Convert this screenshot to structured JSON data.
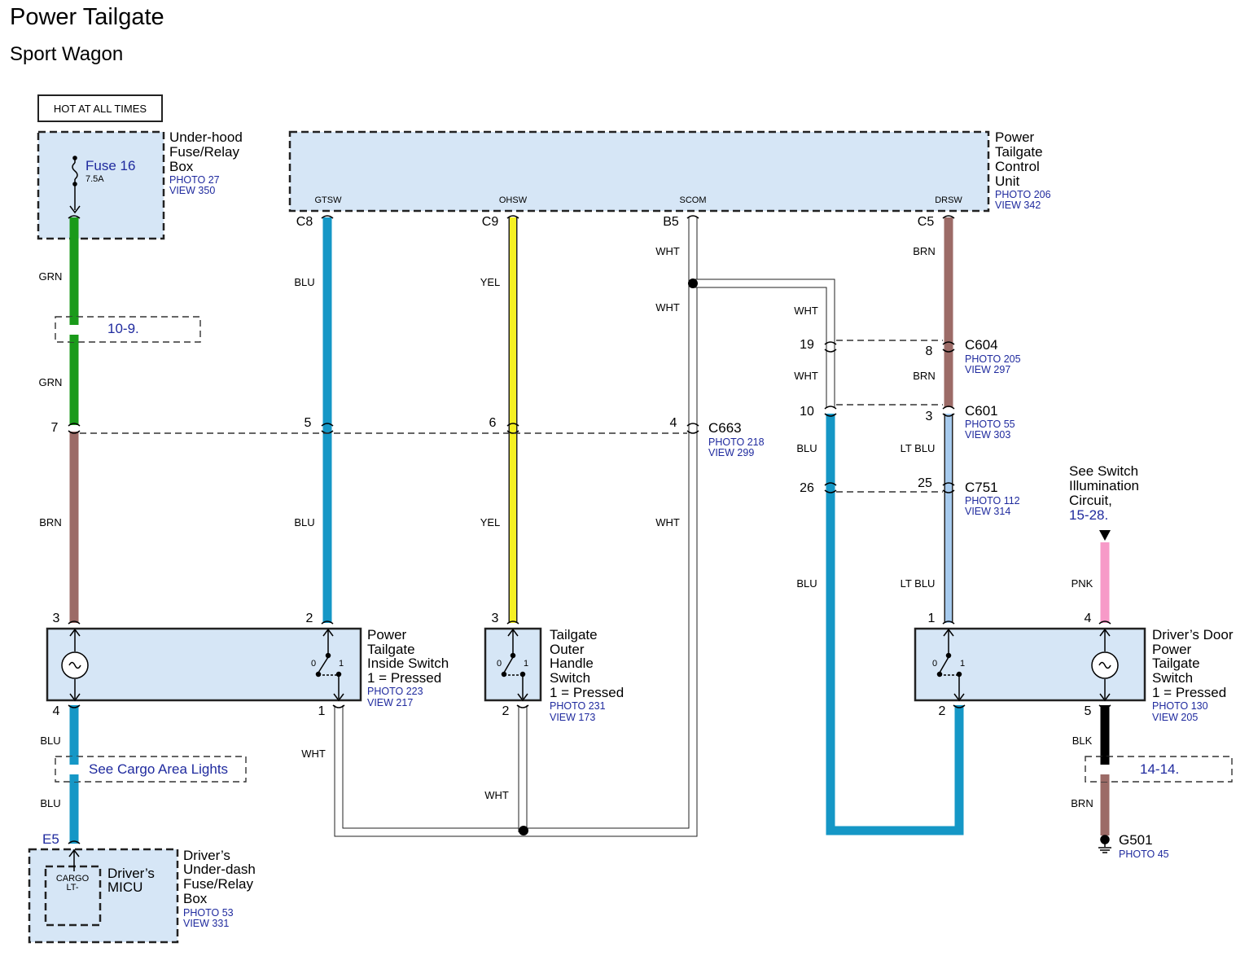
{
  "header": {
    "title": "Power Tailgate",
    "subtitle": "Sport Wagon"
  },
  "colors": {
    "GRN": "#1a9a1a",
    "BRN": "#9c6b67",
    "BLU": "#1597c6",
    "YEL": "#f5f022",
    "WHT": "#ffffff",
    "LTBLU": "#a7cbee",
    "PNK": "#f79ac8",
    "BLK": "#000000",
    "box_fill": "#d6e6f6",
    "ref_blue": "#1f2a9e"
  },
  "hot_label": "HOT AT ALL TIMES",
  "underhood": {
    "l1": "Under-hood",
    "l2": "Fuse/Relay",
    "l3": "Box",
    "photo": "PHOTO 27",
    "view": "VIEW 350",
    "fuse": "Fuse 16",
    "rating": "7.5A"
  },
  "ptcu": {
    "l1": "Power",
    "l2": "Tailgate",
    "l3": "Control",
    "l4": "Unit",
    "photo": "PHOTO 206",
    "view": "VIEW 342",
    "gtsw": "GTSW",
    "ohsw": "OHSW",
    "scom": "SCOM",
    "drsw": "DRSW",
    "c8": "C8",
    "c9": "C9",
    "b5": "B5",
    "c5": "C5"
  },
  "wires": {
    "grn": "GRN",
    "brn": "BRN",
    "blu": "BLU",
    "yel": "YEL",
    "wht": "WHT",
    "ltblu": "LT BLU",
    "pnk": "PNK",
    "blk": "BLK"
  },
  "refs": {
    "r109": "10-9.",
    "cargo": "See Cargo Area Lights",
    "r1414": "14-14.",
    "see_switch_1": "See Switch",
    "see_switch_2": "Illumination",
    "see_switch_3": "Circuit,",
    "r1528": "15-28."
  },
  "c663": {
    "name": "C663",
    "photo": "PHOTO 218",
    "view": "VIEW 299",
    "p7": "7",
    "p5": "5",
    "p6": "6",
    "p4": "4"
  },
  "c604": {
    "name": "C604",
    "photo": "PHOTO 205",
    "view": "VIEW 297",
    "p19": "19",
    "p8": "8"
  },
  "c601": {
    "name": "C601",
    "photo": "PHOTO 55",
    "view": "VIEW 303",
    "p10": "10",
    "p3": "3"
  },
  "c751": {
    "name": "C751",
    "photo": "PHOTO 112",
    "view": "VIEW 314",
    "p26": "26",
    "p25": "25"
  },
  "inside_switch": {
    "l1": "Power",
    "l2": "Tailgate",
    "l3": "Inside Switch",
    "l4": "1 = Pressed",
    "photo": "PHOTO 223",
    "view": "VIEW 217",
    "p3": "3",
    "p2": "2",
    "p4": "4",
    "p1": "1",
    "s0": "0",
    "s1": "1"
  },
  "outer_switch": {
    "l1": "Tailgate",
    "l2": "Outer",
    "l3": "Handle",
    "l4": "Switch",
    "l5": "1 = Pressed",
    "photo": "PHOTO 231",
    "view": "VIEW 173",
    "p3": "3",
    "p2": "2",
    "s0": "0",
    "s1": "1"
  },
  "door_switch": {
    "l1": "Driver’s Door",
    "l2": "Power",
    "l3": "Tailgate",
    "l4": "Switch",
    "l5": "1 = Pressed",
    "photo": "PHOTO 130",
    "view": "VIEW 205",
    "p1": "1",
    "p4": "4",
    "p2": "2",
    "p5": "5",
    "s0": "0",
    "s1": "1"
  },
  "micu": {
    "l1": "Driver’s",
    "l2": "Under-dash",
    "l3": "Fuse/Relay",
    "l4": "Box",
    "photo": "PHOTO 53",
    "view": "VIEW 331",
    "e5": "E5",
    "cargo1": "CARGO",
    "cargo2": "LT-",
    "micu1": "Driver’s",
    "micu2": "MICU"
  },
  "ground": {
    "name": "G501",
    "photo": "PHOTO 45"
  }
}
